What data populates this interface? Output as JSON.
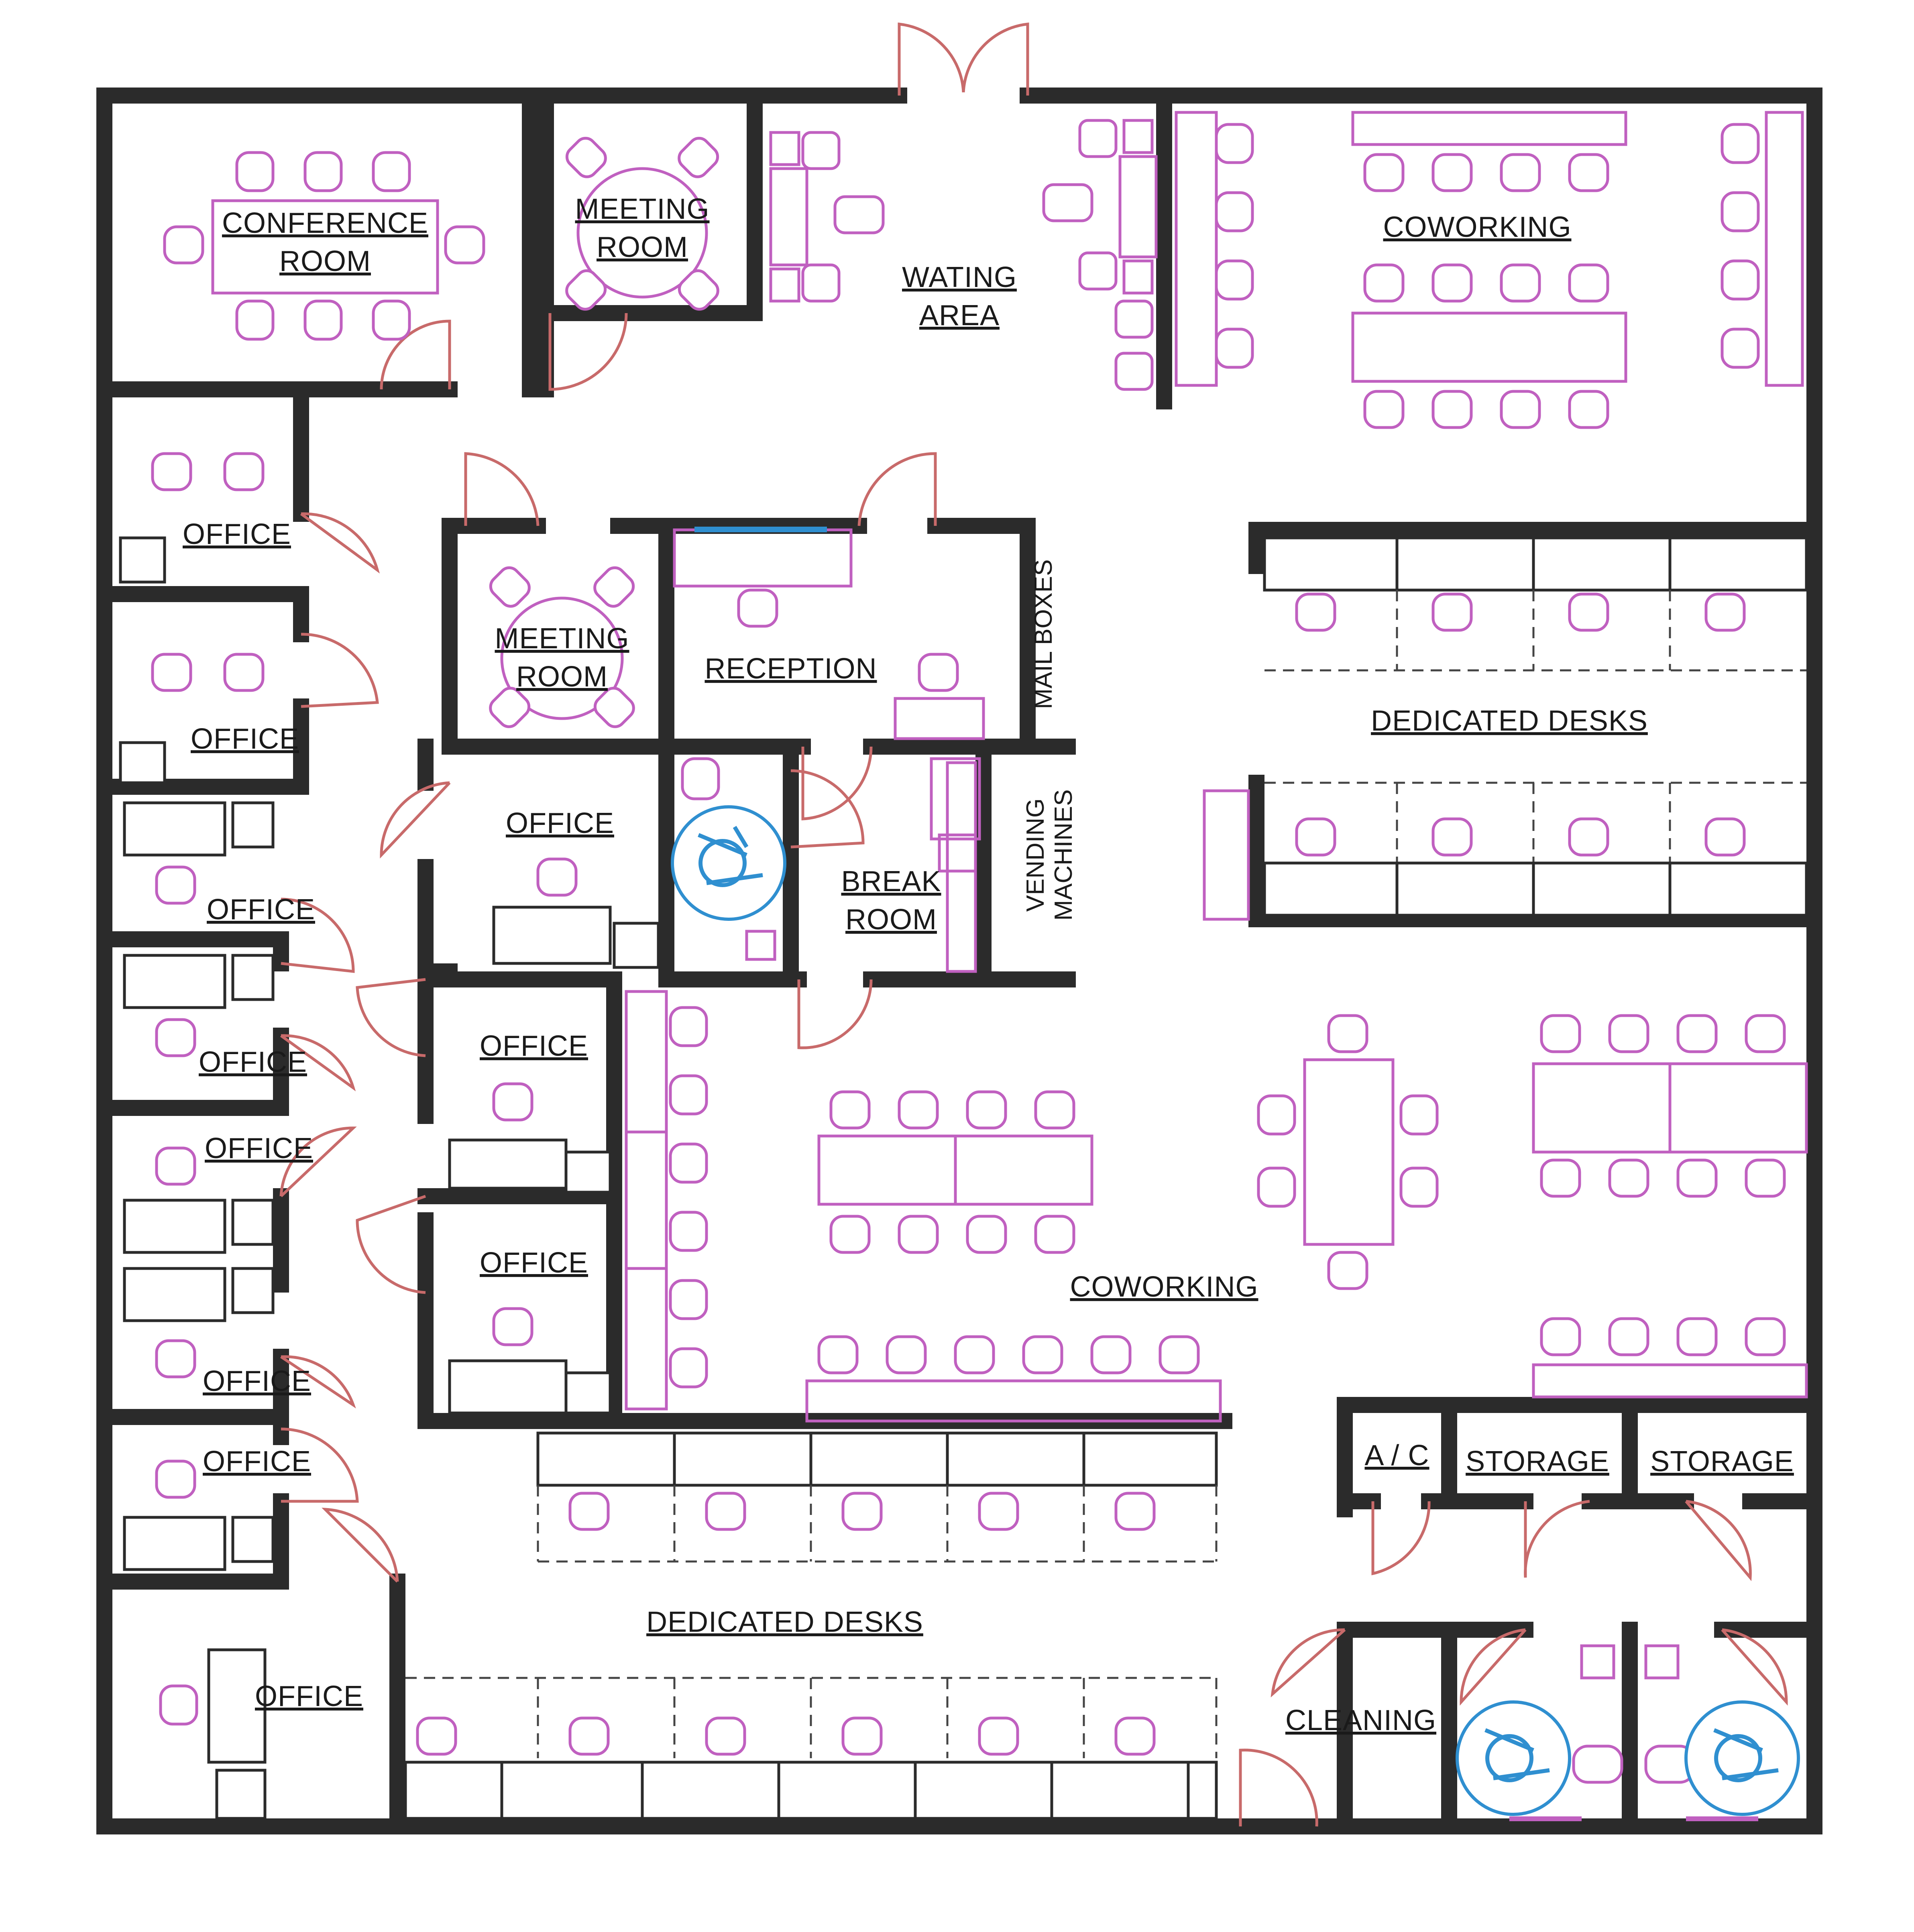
{
  "labels": {
    "conference_l1": "CONFERENCE",
    "conference_l2": "ROOM",
    "meeting_top_l1": "MEETING",
    "meeting_top_l2": "ROOM",
    "waiting_l1": "WATING",
    "waiting_l2": "AREA",
    "coworking_top": "COWORKING",
    "office_1": "OFFICE",
    "office_2": "OFFICE",
    "office_3": "OFFICE",
    "office_4": "OFFICE",
    "office_5": "OFFICE",
    "office_6": "OFFICE",
    "office_7": "OFFICE",
    "office_8": "OFFICE",
    "office_9": "OFFICE",
    "office_10": "OFFICE",
    "office_11": "OFFICE",
    "meeting_mid_l1": "MEETING",
    "meeting_mid_l2": "ROOM",
    "reception": "RECEPTION",
    "mail_boxes": "MAIL BOXES",
    "break_l1": "BREAK",
    "break_l2": "ROOM",
    "vending_l1": "VENDING",
    "vending_l2": "MACHINES",
    "dedicated_top": "DEDICATED  DESKS",
    "coworking_mid": "COWORKING",
    "ac": "A / C",
    "storage_1": "STORAGE",
    "storage_2": "STORAGE",
    "dedicated_bottom": "DEDICATED  DESKS",
    "cleaning": "CLEANING"
  },
  "colors": {
    "wall": "#2b2b2b",
    "door": "#c86a6a",
    "furniture": "#c060c0",
    "accessibility": "#2f8fd0"
  },
  "icons": {
    "accessibility": "wheelchair-accessibility-icon"
  }
}
